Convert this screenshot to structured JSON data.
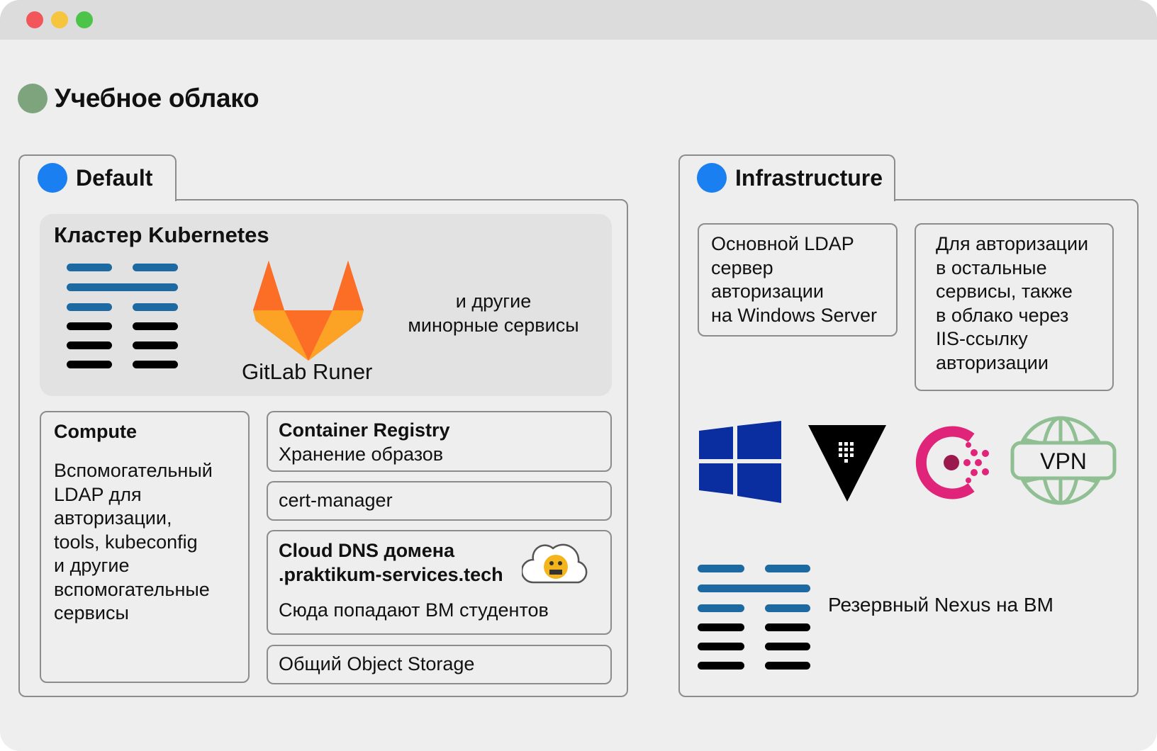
{
  "window": {
    "controls": [
      "close",
      "minimize",
      "maximize"
    ]
  },
  "cloud": {
    "title": "Учебное облако"
  },
  "default_folder": {
    "name": "Default",
    "k8s": {
      "title": "Кластер Kubernetes",
      "gitlab_label": "GitLab Runer",
      "minor_line1": "и другие",
      "minor_line2": "минорные сервисы"
    },
    "compute": {
      "title": "Compute",
      "lines": [
        "Вспомогательный",
        "LDAP для",
        "авторизации,",
        "tools, kubeconfig",
        "и другие",
        "вспомогательные",
        "сервисы"
      ]
    },
    "registry": {
      "title": "Container Registry",
      "subtitle": "Хранение образов"
    },
    "cert_manager": {
      "label": "cert-manager"
    },
    "dns": {
      "title_line1": "Cloud DNS домена",
      "title_line2": ".praktikum-services.tech",
      "subtitle": "Сюда попадают ВМ студентов"
    },
    "object_storage": {
      "label": "Общий Object Storage"
    }
  },
  "infrastructure_folder": {
    "name": "Infrastructure",
    "ldap_box": {
      "lines": [
        "Основной LDAP",
        "сервер",
        "авторизации",
        "на Windows Server"
      ]
    },
    "auth_box": {
      "lines": [
        "Для авторизации",
        "в остальные",
        "сервисы, также",
        "в облако через",
        "IIS-ссылку",
        "авторизации"
      ]
    },
    "icons": [
      "windows-icon",
      "vault-icon",
      "consul-icon",
      "vpn-globe-icon"
    ],
    "vpn_label": "VPN",
    "nexus_label": "Резервный Nexus на ВМ"
  },
  "colors": {
    "cloud_dot": "#7ea47e",
    "folder_dot": "#1a7ff0",
    "nexus_blue": "#1d6aa3",
    "windows_blue": "#0a2da0",
    "consul_pink": "#e0247a",
    "vpn_green": "#8fbf93",
    "gitlab_orange": "#fc6d26"
  }
}
